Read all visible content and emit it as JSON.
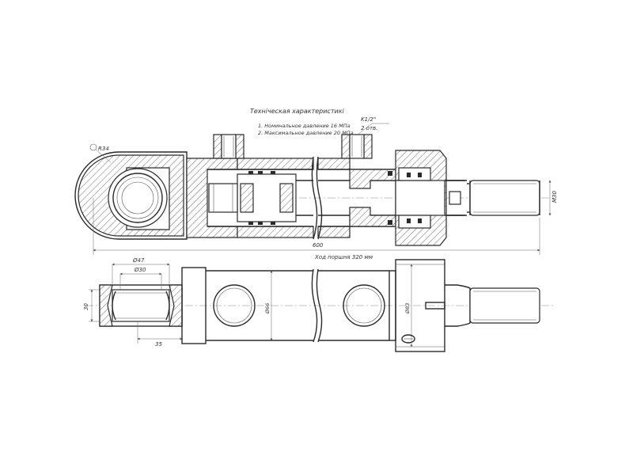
{
  "spec": {
    "title": "Технічеcкая характеристикі",
    "items": [
      "1.  Номинальное давление 16 МПа",
      "2.  Максимальное давление 20 МПа"
    ]
  },
  "callouts": {
    "eye_radius": "R34",
    "port_thread": "K1/2\"",
    "port_count": "2 отв."
  },
  "dimensions": {
    "overall_length": "600",
    "stroke": "Ход поршня 320 мм",
    "rod_thread": "M30",
    "bore_outer": "Ø47",
    "bore_inner": "Ø30",
    "eye_width": "30",
    "eye_offset": "35",
    "barrel_diameter": "Ø66",
    "gland_diameter": "Ø83"
  }
}
